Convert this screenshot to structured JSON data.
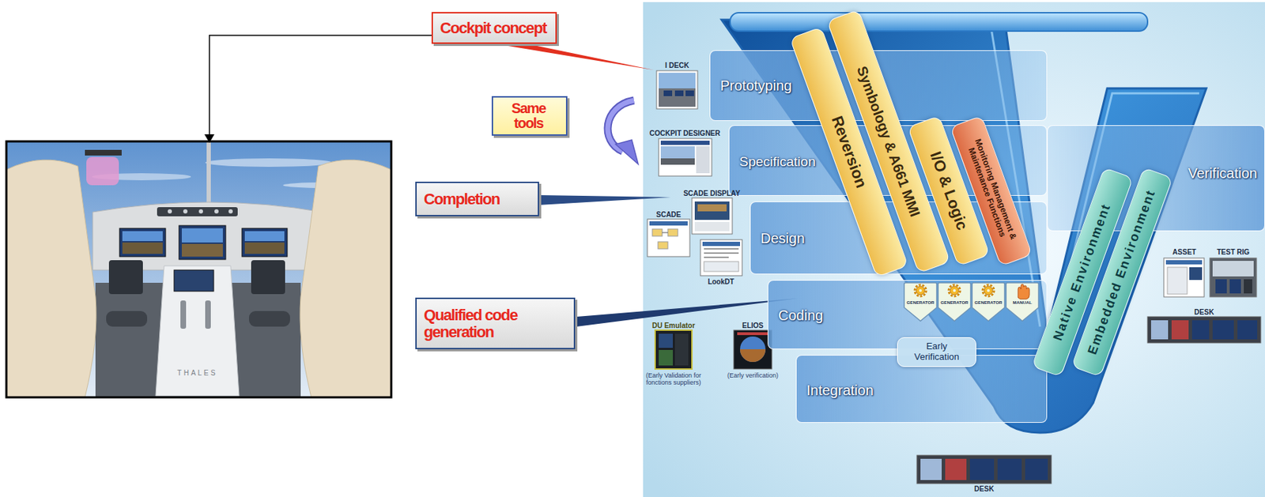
{
  "diagram": {
    "nodes": [
      {
        "text": [
          "Cockpit concept"
        ]
      },
      {
        "text": [
          "Same tools"
        ]
      },
      {
        "text": [
          "Completion"
        ]
      },
      {
        "text": [
          "Qualified code generation"
        ]
      },
      {
        "text": [
          "Prototyping"
        ]
      },
      {
        "text": [
          "Specification"
        ]
      },
      {
        "text": [
          "Design"
        ]
      },
      {
        "text": [
          "Coding"
        ]
      },
      {
        "text": [
          "Integration"
        ]
      },
      {
        "text": [
          "Verification"
        ]
      },
      {
        "text": [
          "Reversion"
        ]
      },
      {
        "text": [
          "Symbology & A661 MMI"
        ]
      },
      {
        "text": [
          "I/O & Logic"
        ]
      },
      {
        "text": [
          "Monitoring Management & Maintenance Functions"
        ]
      },
      {
        "text": [
          "Native Environment"
        ]
      },
      {
        "text": [
          "Embedded Environment"
        ]
      },
      {
        "text": [
          "Early Verification"
        ]
      },
      {
        "text": [
          "GENERATOR"
        ],
        "in": 7
      },
      {
        "text": [
          "GENERATOR"
        ],
        "in": 7
      },
      {
        "text": [
          "GENERATOR"
        ],
        "in": 7
      },
      {
        "text": [
          "MANUAL"
        ],
        "in": 7
      }
    ],
    "labels": [
      "THALES",
      "I DECK",
      "COCKPIT DESIGNER",
      "SCADE DISPLAY",
      "SCADE",
      "LookDT",
      "DU Emulator",
      "(Early Validation for fonctions suppliers)",
      "ELIOS",
      "(Early verification)",
      "ASSET",
      "TEST RIG",
      "DESK",
      "DESK"
    ]
  }
}
